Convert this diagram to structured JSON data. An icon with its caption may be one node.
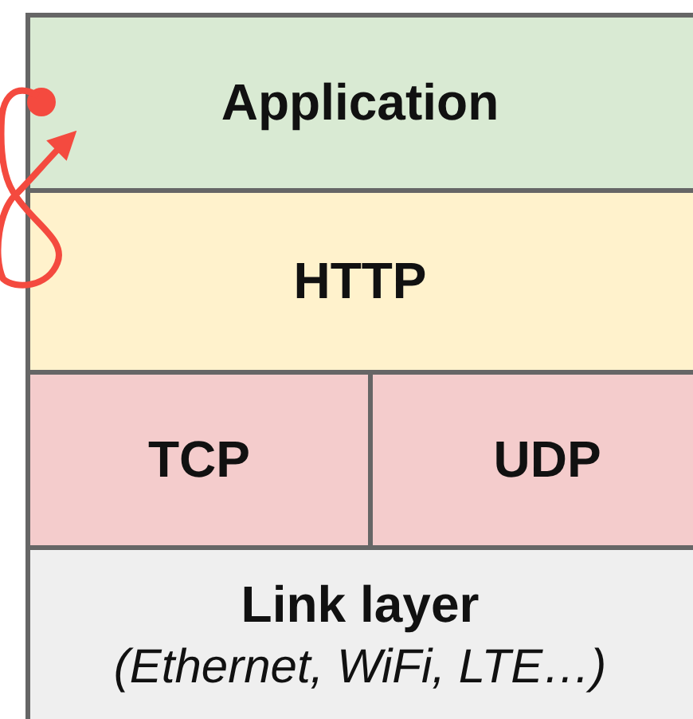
{
  "diagram": {
    "nodes": [
      {
        "text": [
          "Application"
        ]
      },
      {
        "text": [
          "HTTP"
        ]
      },
      {
        "text": [
          "TCP"
        ]
      },
      {
        "text": [
          "UDP"
        ]
      },
      {
        "text": [
          "Link layer",
          "(Ethernet, WiFi, LTE…)"
        ]
      }
    ]
  }
}
